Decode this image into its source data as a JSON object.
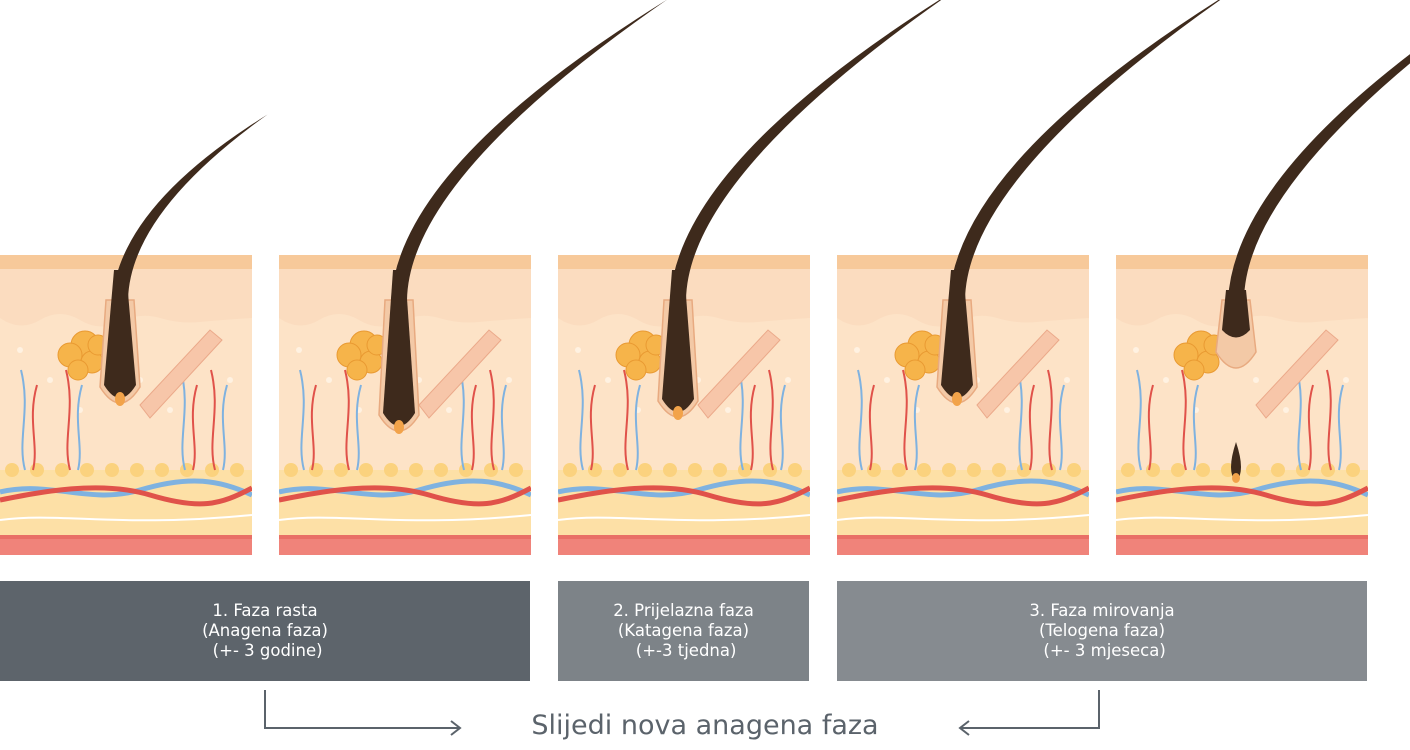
{
  "colors": {
    "epidermis_top": "#f7c99a",
    "epidermis": "#fbe0c4",
    "dermis": "#fde3c7",
    "fat": "#fde0a6",
    "muscle": "#f0837a",
    "hair": "#3e2a1c",
    "artery": "#e0524a",
    "vein": "#7fb2e0",
    "gland": "#f6b44a",
    "phase1_box": "#5d646b",
    "phase2_box": "#7d8388",
    "phase3_box": "#868b90",
    "arrow": "#5b636b"
  },
  "panels": [
    {
      "stage": "anagen-early",
      "hair_growth": 0.35,
      "follicle_depth": 0.55,
      "bulb": "attached"
    },
    {
      "stage": "anagen-full",
      "hair_growth": 0.85,
      "follicle_depth": 0.75,
      "bulb": "attached"
    },
    {
      "stage": "catagen",
      "hair_growth": 0.9,
      "follicle_depth": 0.65,
      "bulb": "shrinking"
    },
    {
      "stage": "telogen",
      "hair_growth": 0.9,
      "follicle_depth": 0.55,
      "bulb": "detached"
    },
    {
      "stage": "telogen-new",
      "hair_growth": 1.0,
      "follicle_depth": 0.3,
      "bulb": "new-hair"
    }
  ],
  "phases": [
    {
      "line1": "1. Faza rasta",
      "line2": "(Anagena faza)",
      "line3": " (+- 3 godine)"
    },
    {
      "line1": "2. Prijelazna faza",
      "line2": "(Katagena faza)",
      "line3": " (+-3 tjedna)"
    },
    {
      "line1": "3. Faza mirovanja",
      "line2": "(Telogena faza)",
      "line3": " (+- 3 mjeseca)"
    }
  ],
  "footer": {
    "next_phase": "Slijedi nova anagena faza"
  },
  "icons": [
    "arrow-right-icon",
    "arrow-left-icon"
  ]
}
